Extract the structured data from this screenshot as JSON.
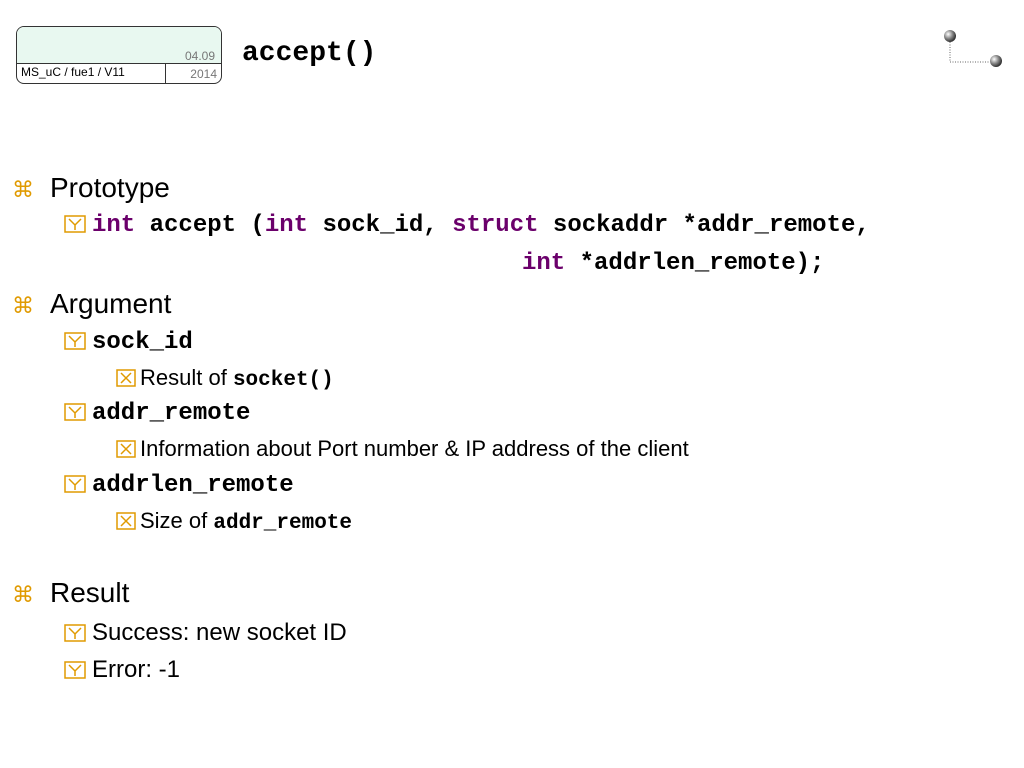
{
  "header": {
    "course": "MS_uC / fue1 / V11",
    "date_line1": "04.09",
    "date_line2": "2014",
    "title": "accept()"
  },
  "prototype": {
    "heading": "Prototype",
    "kw_int1": "int",
    "fn": " accept (",
    "kw_int2": "int",
    "arg1": " sock_id, ",
    "kw_struct": "struct",
    "arg2": " sockaddr *addr_remote,",
    "kw_int3": "int",
    "arg3": " *addrlen_remote);"
  },
  "argument": {
    "heading": "Argument",
    "sock_id": "sock_id",
    "sock_id_desc_prefix": "Result of ",
    "sock_id_desc_code": "socket()",
    "addr_remote": "addr_remote",
    "addr_remote_desc": "Information about Port number & IP address of the client",
    "addrlen_remote": "addrlen_remote",
    "addrlen_remote_desc_prefix": "Size of ",
    "addrlen_remote_desc_code": "addr_remote"
  },
  "result": {
    "heading": "Result",
    "success": "Success: new socket ID",
    "error": "Error: -1"
  },
  "colors": {
    "keyword": "#6b006b",
    "bullet": "#e09a00",
    "badge_fill": "#e8f8f0"
  }
}
